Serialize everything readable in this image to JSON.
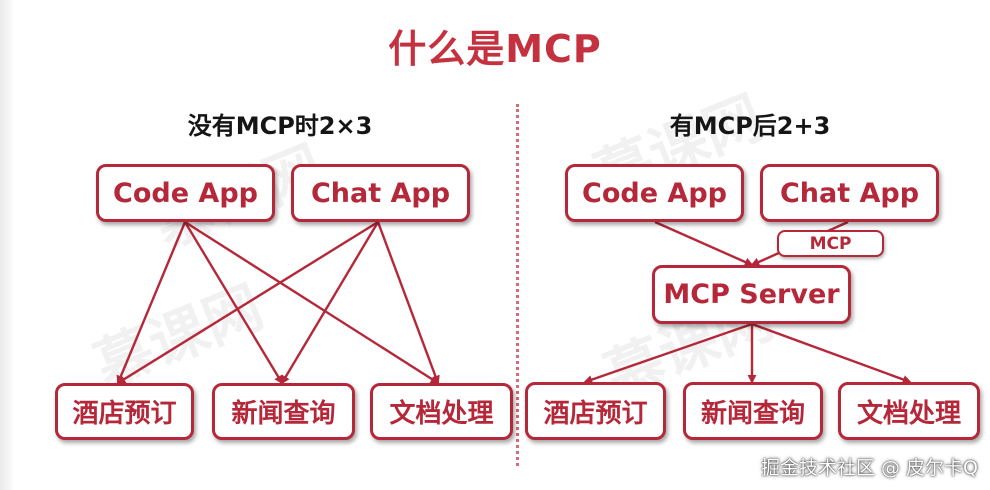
{
  "title": "什么是MCP",
  "left": {
    "heading": "没有MCP时2×3",
    "apps": [
      "Code App",
      "Chat App"
    ],
    "services": [
      "酒店预订",
      "新闻查询",
      "文档处理"
    ]
  },
  "right": {
    "heading": "有MCP后2+3",
    "apps": [
      "Code App",
      "Chat App"
    ],
    "mcp_tag": "MCP",
    "server": "MCP Server",
    "services": [
      "酒店预订",
      "新闻查询",
      "文档处理"
    ]
  },
  "watermark_text": "慕课网",
  "credit": "掘金技术社区 @ 皮尔卡Q",
  "colors": {
    "accent": "#b5283a",
    "title": "#c4313f",
    "heading": "#151515"
  }
}
